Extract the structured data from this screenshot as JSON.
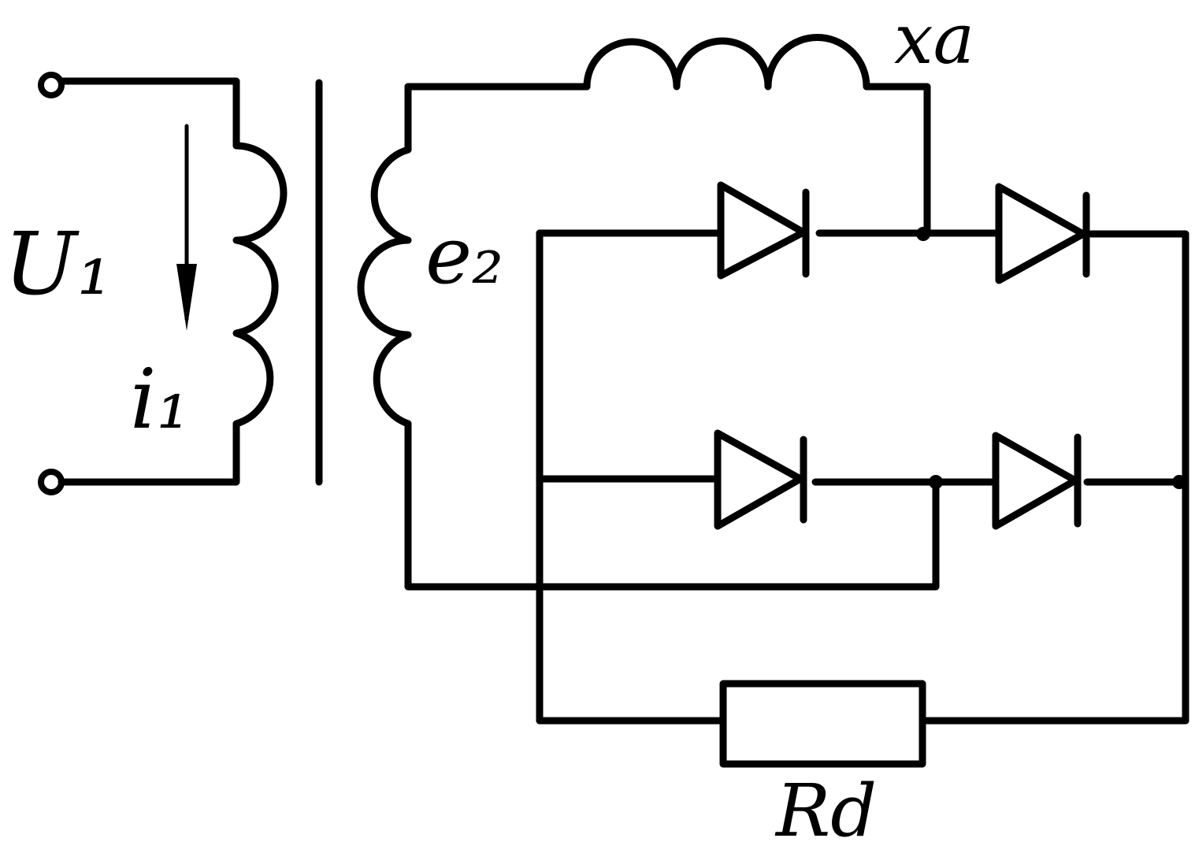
{
  "diagram": {
    "labels": {
      "primary_voltage": "U₁",
      "primary_current": "i₁",
      "secondary_emf": "e₂",
      "reactance": "xa",
      "load_resistance": "Rd"
    },
    "colors": {
      "stroke": "#000000",
      "background": "#ffffff"
    },
    "components": {
      "transformer": "transformer-icon",
      "diodes": [
        "diode-icon",
        "diode-icon",
        "diode-icon",
        "diode-icon"
      ],
      "inductor": "inductor-icon",
      "resistor": "resistor-icon"
    }
  }
}
